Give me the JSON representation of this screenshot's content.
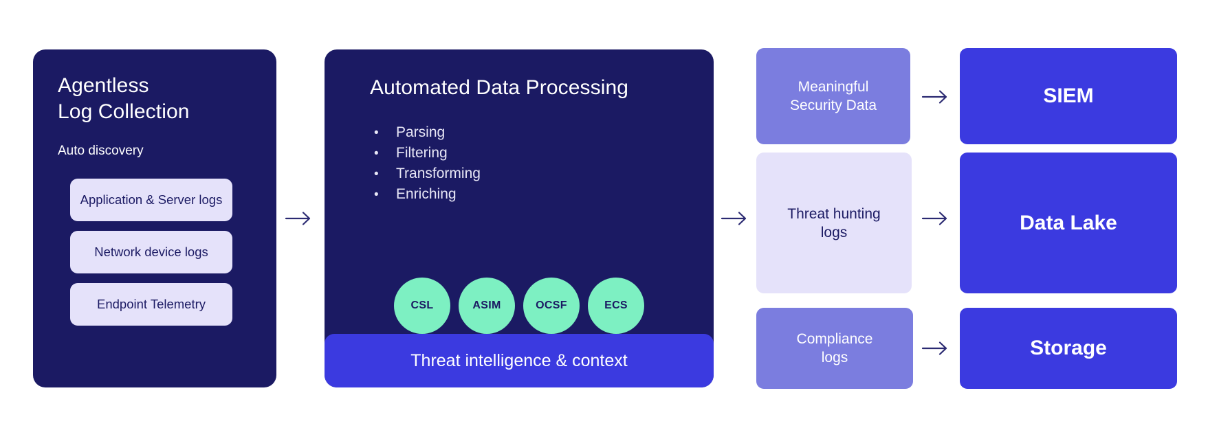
{
  "diagram": {
    "collection": {
      "title": "Agentless\nLog Collection",
      "subtitle": "Auto discovery",
      "sources": [
        {
          "label": "Application & Server logs"
        },
        {
          "label": "Network device logs"
        },
        {
          "label": "Endpoint Telemetry"
        }
      ]
    },
    "processing": {
      "title": "Automated Data Processing",
      "bullet_glyph": "•",
      "steps": [
        "Parsing",
        "Filtering",
        "Transforming",
        "Enriching"
      ],
      "schemas": [
        "CSL",
        "ASIM",
        "OCSF",
        "ECS"
      ],
      "footer_label": "Threat intelligence & context"
    },
    "outputs": [
      {
        "label": "Meaningful\nSecurity Data",
        "style": "solid"
      },
      {
        "label": "Threat hunting\nlogs",
        "style": "light"
      },
      {
        "label": "Compliance\nlogs",
        "style": "solid"
      }
    ],
    "destinations": [
      {
        "label": "SIEM"
      },
      {
        "label": "Data Lake"
      },
      {
        "label": "Storage"
      }
    ],
    "connectors": [
      {
        "name": "collection-to-processing",
        "glyph": "arrow-right"
      },
      {
        "name": "processing-to-outputs",
        "glyph": "arrow-right"
      },
      {
        "name": "output-1-to-siem",
        "glyph": "arrow-right"
      },
      {
        "name": "output-2-to-data-lake",
        "glyph": "arrow-right"
      },
      {
        "name": "output-3-to-storage",
        "glyph": "arrow-right"
      }
    ],
    "colors": {
      "panel_navy": "#1b1a63",
      "accent_blue": "#3b3ae0",
      "mint": "#7df0c2",
      "lavender_light": "#e5e2fa",
      "lavender_solid": "#7b7ddf",
      "background": "#ffffff"
    }
  }
}
